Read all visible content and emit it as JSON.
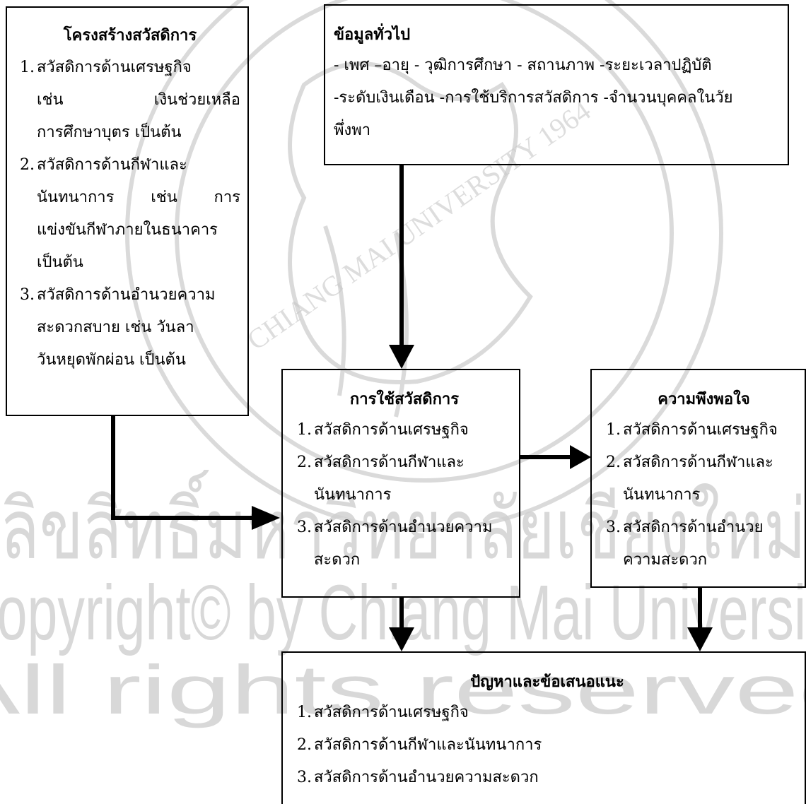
{
  "watermark": {
    "line1": "ลิขสิทธิ์มหาวิทยาลัยเชียงใหม่",
    "line2": "Copyright© by Chiang Mai University",
    "line3": "All rights reserved",
    "seal_text": "CHIANG MAI UNIVERSITY 1964"
  },
  "structure_box": {
    "title": "โครงสร้างสวัสดิการ",
    "items": [
      {
        "num": "1.",
        "lines": [
          "สวัสดิการด้านเศรษฐกิจ",
          "เช่น เงินช่วยเหลือ",
          "การศึกษาบุตร เป็นต้น"
        ]
      },
      {
        "num": "2.",
        "lines": [
          "สวัสดิการด้านกีฬาและ",
          "นันทนาการ เช่น การ",
          "แข่งขันกีฬาภายในธนาคาร",
          "เป็นต้น"
        ]
      },
      {
        "num": "3.",
        "lines": [
          "สวัสดิการด้านอำนวยความ",
          "สะดวกสบาย เช่น วันลา",
          "วันหยุดพักผ่อน เป็นต้น"
        ]
      }
    ]
  },
  "general_box": {
    "title": "ข้อมูลทั่วไป",
    "lines": [
      "- เพศ –อายุ - วุฒิการศึกษา - สถานภาพ -ระยะเวลาปฏิบัติ",
      "-ระดับเงินเดือน -การใช้บริการสวัสดิการ -จำนวนบุคคลในวัย",
      "พึ่งพา"
    ]
  },
  "usage_box": {
    "title": "การใช้สวัสดิการ",
    "items": [
      {
        "num": "1.",
        "lines": [
          "สวัสดิการด้านเศรษฐกิจ"
        ]
      },
      {
        "num": "2.",
        "lines": [
          "สวัสดิการด้านกีฬาและ",
          "นันทนาการ"
        ]
      },
      {
        "num": "3.",
        "lines": [
          "สวัสดิการด้านอำนวยความ",
          "สะดวก"
        ]
      }
    ]
  },
  "satisfaction_box": {
    "title": "ความพึงพอใจ",
    "items": [
      {
        "num": "1.",
        "lines": [
          "สวัสดิการด้านเศรษฐกิจ"
        ]
      },
      {
        "num": "2.",
        "lines": [
          "สวัสดิการด้านกีฬาและ",
          "นันทนาการ"
        ]
      },
      {
        "num": "3.",
        "lines": [
          "สวัสดิการด้านอำนวย",
          "ความสะดวก"
        ]
      }
    ]
  },
  "problem_box": {
    "title": "ปัญหาและข้อเสนอแนะ",
    "items": [
      {
        "num": "1.",
        "lines": [
          "สวัสดิการด้านเศรษฐกิจ"
        ]
      },
      {
        "num": "2.",
        "lines": [
          "สวัสดิการด้านกีฬาและนันทนาการ"
        ]
      },
      {
        "num": "3.",
        "lines": [
          "สวัสดิการด้านอำนวยความสะดวก"
        ]
      }
    ]
  }
}
